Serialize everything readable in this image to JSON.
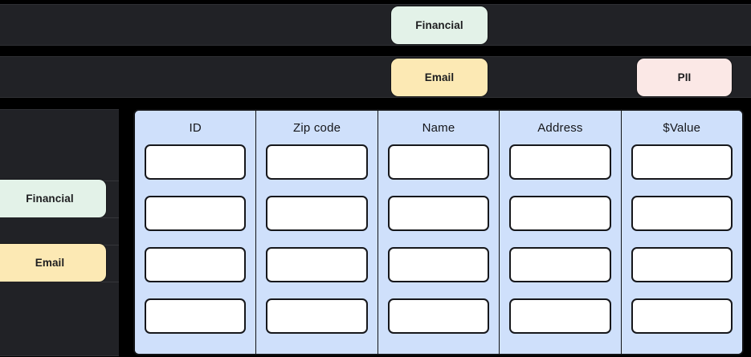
{
  "theme": {
    "background": "#000000",
    "panel": "#212226",
    "tag_financial": "#e3f2e8",
    "tag_email": "#fce9b4",
    "tag_pii": "#fbe8e6",
    "table_column": "#cfe0fb",
    "cell_background": "#ffffff",
    "border": "#16171b"
  },
  "top_rows": [
    {
      "name": "row-1",
      "tags": [
        {
          "label": "Financial",
          "color": "#e3f2e8"
        }
      ]
    },
    {
      "name": "row-2",
      "tags": [
        {
          "label": "Email",
          "color": "#fce9b4"
        },
        {
          "label": "PII",
          "color": "#fbe8e6"
        }
      ]
    }
  ],
  "sidebar": {
    "items": [
      {
        "label": "Financial",
        "color": "#e3f2e8"
      },
      {
        "label": "Email",
        "color": "#fce9b4"
      }
    ]
  },
  "table": {
    "columns": [
      {
        "header": "ID",
        "cells": [
          "",
          "",
          "",
          ""
        ]
      },
      {
        "header": "Zip code",
        "cells": [
          "",
          "",
          "",
          ""
        ]
      },
      {
        "header": "Name",
        "cells": [
          "",
          "",
          "",
          ""
        ]
      },
      {
        "header": "Address",
        "cells": [
          "",
          "",
          "",
          ""
        ]
      },
      {
        "header": "$Value",
        "cells": [
          "",
          "",
          "",
          ""
        ]
      }
    ],
    "row_count": 4,
    "column_count": 5
  }
}
